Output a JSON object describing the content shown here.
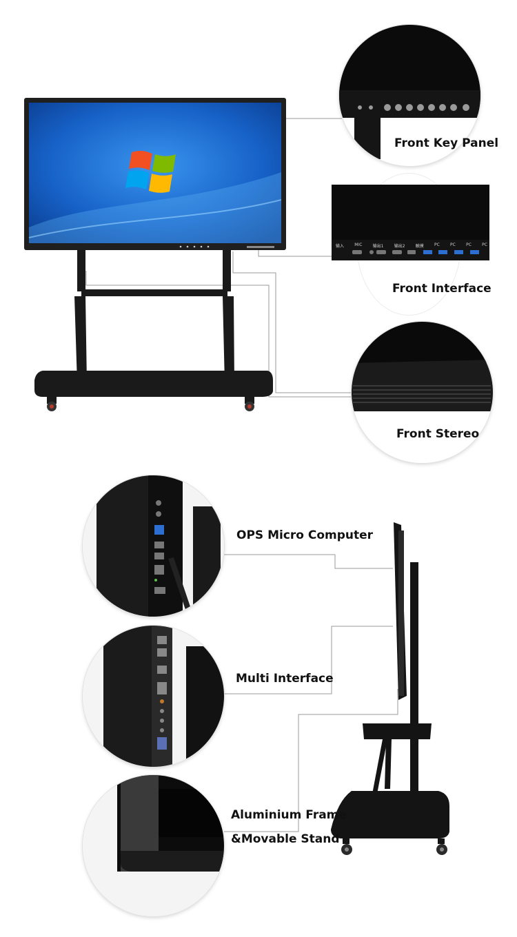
{
  "labels": {
    "front_key_panel": "Front Key Panel",
    "front_interface": "Front Interface",
    "front_stereo": "Front Stereo",
    "ops_micro_computer": "OPS Micro Computer",
    "multi_interface": "Multi Interface",
    "aluminium_frame": "Aluminium Frame",
    "movable_stand": "&Movable Stand"
  },
  "port_labels": [
    "输入",
    "MIC",
    "输出1",
    "输出2",
    "触摸",
    "PC",
    "PC",
    "PC",
    "PC"
  ],
  "colors": {
    "screen_blue": "#1e6fd6",
    "frame": "#222222",
    "stand": "#1a1a1a",
    "callout_line": "#9a9a9a",
    "usb_blue": "#2d6fd0",
    "caster_red": "#b83a2a"
  }
}
